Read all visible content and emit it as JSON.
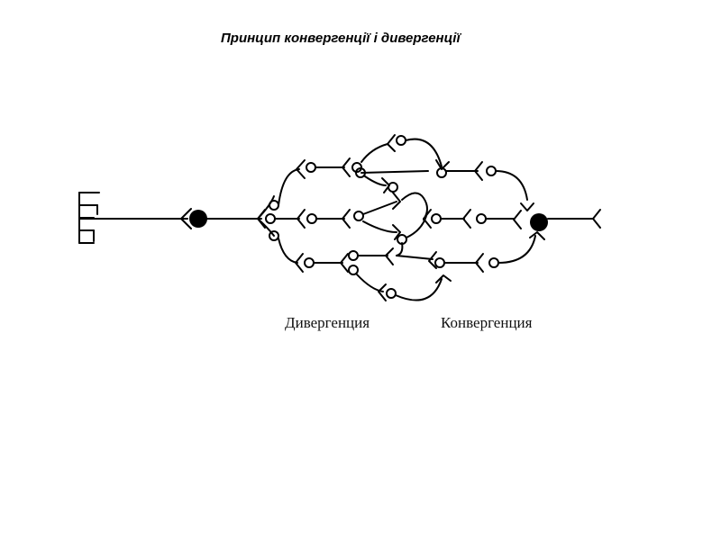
{
  "slide": {
    "title": "Принцип конвергенції і дивергенції"
  },
  "diagram": {
    "label_divergence": "Дивергенция",
    "label_convergence": "Конвергенция"
  },
  "colors": {
    "ink": "#000000",
    "background": "#ffffff"
  }
}
